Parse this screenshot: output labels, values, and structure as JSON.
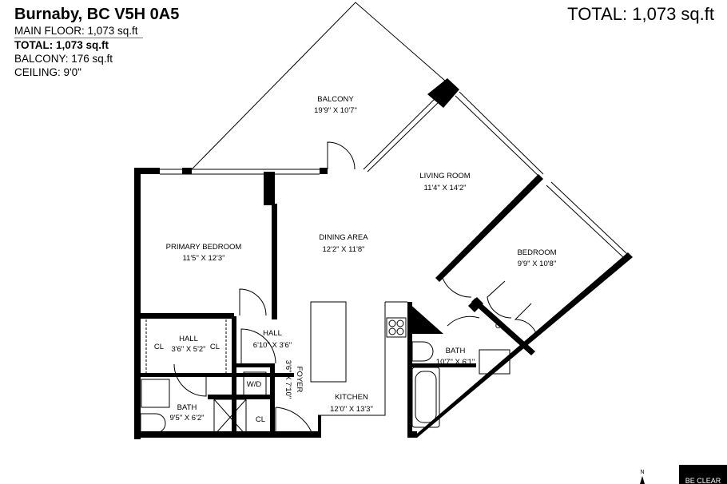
{
  "header": {
    "address": "Burnaby, BC V5H 0A5",
    "main_floor": "MAIN FLOOR: 1,073 sq.ft",
    "total": "TOTAL: 1,073 sq.ft",
    "balcony": "BALCONY: 176 sq.ft",
    "ceiling": "CEILING: 9'0\""
  },
  "total_top_right": "TOTAL: 1,073 sq.ft",
  "rooms": [
    {
      "name": "BALCONY",
      "dims": "19'9\" X 10'7\""
    },
    {
      "name": "LIVING ROOM",
      "dims": "11'4\" X 14'2\""
    },
    {
      "name": "PRIMARY BEDROOM",
      "dims": "11'5\" X 12'3\""
    },
    {
      "name": "DINING AREA",
      "dims": "12'2\" X 11'8\""
    },
    {
      "name": "BEDROOM",
      "dims": "9'9\" X 10'8\""
    },
    {
      "name": "HALL",
      "dims": "3'6\" X 5'2\""
    },
    {
      "name": "HALL",
      "dims": "6'10\" X 3'6\""
    },
    {
      "name": "BATH",
      "dims": "10'7\" X 6'1\""
    },
    {
      "name": "KITCHEN",
      "dims": "12'0\" X 13'3\""
    },
    {
      "name": "BATH",
      "dims": "9'5\" X 6'2\""
    },
    {
      "name": "FOYER",
      "dims": "3'6\" X 7'10\""
    }
  ],
  "closets": [
    "CL",
    "CL",
    "CL",
    "CL"
  ],
  "laundry": "W/D",
  "compass": "N",
  "logo": "BE CLEAR"
}
